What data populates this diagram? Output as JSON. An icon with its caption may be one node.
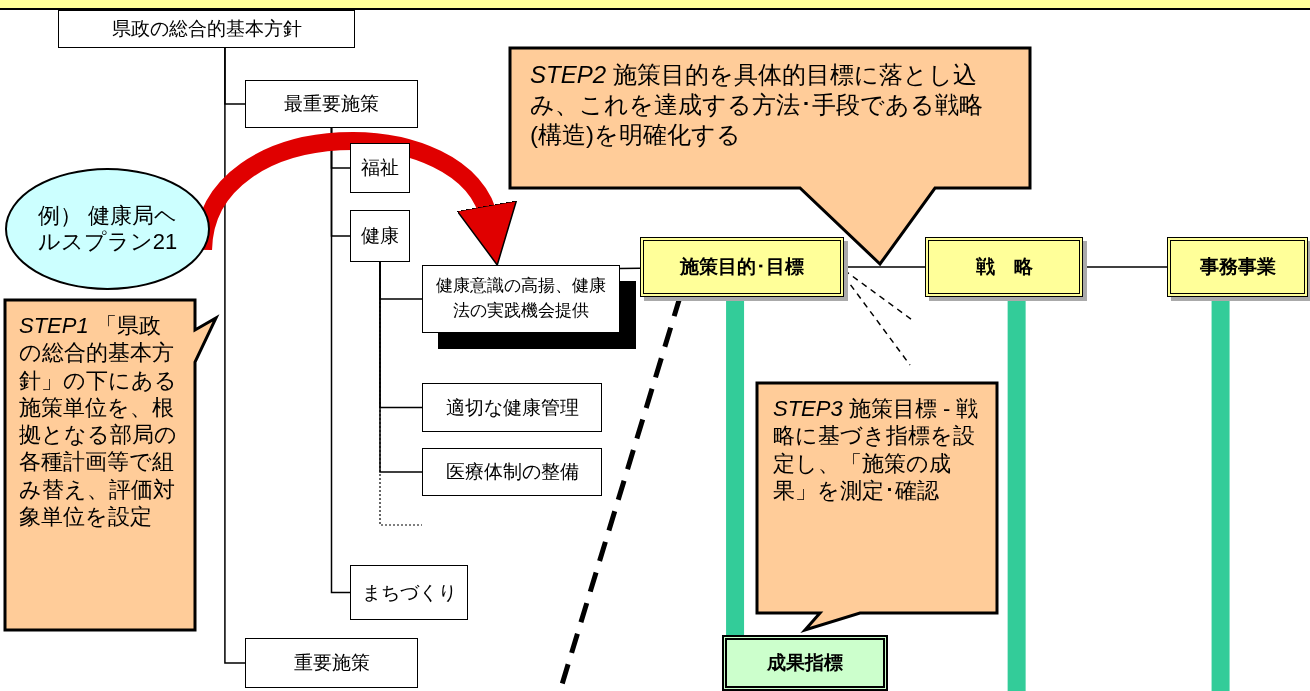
{
  "diagram": {
    "nodes": [
      {
        "text": [
          "県政の総合的基本方針"
        ]
      },
      {
        "text": [
          "最重要施策"
        ]
      },
      {
        "text": [
          "福祉"
        ]
      },
      {
        "text": [
          "健康"
        ]
      },
      {
        "text": [
          "健康意識の高揚、健康法の実践機会提供"
        ]
      },
      {
        "text": [
          "適切な健康管理"
        ]
      },
      {
        "text": [
          "医療体制の整備"
        ]
      },
      {
        "text": [
          "まちづくり"
        ]
      },
      {
        "text": [
          "重要施策"
        ]
      },
      {
        "text": [
          "例） 健康局ヘルスプラン21"
        ]
      },
      {
        "text": [
          "*STEP1* 「県政の総合的基本方針」の下にある施策単位を、根拠となる部局の各種計画等で組み替え、評価対象単位を設定"
        ]
      },
      {
        "text": [
          "*STEP2* 施策目的を具体的目標に落とし込み、これを達成する方法･手段である戦略(構造)を明確化する"
        ]
      },
      {
        "text": [
          "施策目的･目標"
        ]
      },
      {
        "text": [
          "戦　略"
        ]
      },
      {
        "text": [
          "事務事業"
        ]
      },
      {
        "text": [
          "*STEP3* 施策目標 - 戦略に基づき指標を設定し、「施策の成果」を測定･確認"
        ]
      },
      {
        "text": [
          "成果指標"
        ]
      }
    ],
    "edges": [
      {
        "from": 0,
        "to": 1,
        "arrow": "none"
      },
      {
        "from": 0,
        "to": 8,
        "arrow": "none"
      },
      {
        "from": 1,
        "to": 2,
        "arrow": "none"
      },
      {
        "from": 1,
        "to": 3,
        "arrow": "none"
      },
      {
        "from": 1,
        "to": 7,
        "arrow": "none"
      },
      {
        "from": 3,
        "to": 4,
        "arrow": "none"
      },
      {
        "from": 3,
        "to": 5,
        "arrow": "none"
      },
      {
        "from": 3,
        "to": 6,
        "arrow": "none"
      },
      {
        "from": 9,
        "to": 4,
        "arrow": "to",
        "style": "thick",
        "color": "#e00000"
      },
      {
        "from": 4,
        "to": 12,
        "arrow": "none"
      },
      {
        "from": 12,
        "to": 13,
        "arrow": "none"
      },
      {
        "from": 13,
        "to": 14,
        "arrow": "none"
      },
      {
        "from": 12,
        "to": 16,
        "arrow": "none",
        "style": "thick",
        "color": "#33cc99"
      },
      {
        "from": 13,
        "to": null,
        "arrow": "none",
        "style": "thick",
        "color": "#33cc99"
      },
      {
        "from": 14,
        "to": null,
        "arrow": "none",
        "style": "thick",
        "color": "#33cc99"
      },
      {
        "from": 12,
        "to": null,
        "arrow": "none",
        "style": "dashed"
      },
      {
        "from": 12,
        "to": null,
        "arrow": "none",
        "style": "dashed"
      },
      {
        "from": 12,
        "to": null,
        "arrow": "none",
        "style": "dashed"
      },
      {
        "from": 3,
        "to": null,
        "arrow": "none",
        "style": "dashed"
      }
    ]
  }
}
